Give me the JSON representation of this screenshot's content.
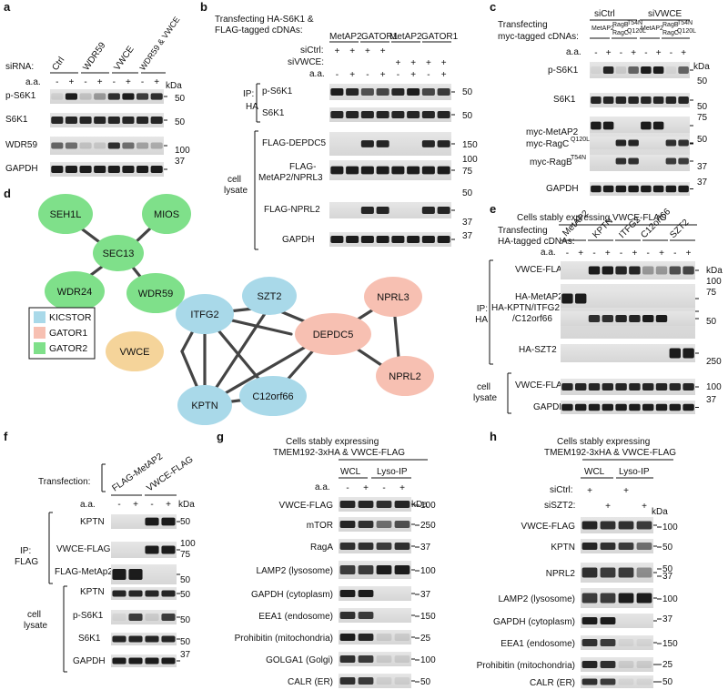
{
  "panels": {
    "a": {
      "letter": "a",
      "sirna_label": "siRNA:",
      "aa_label": "a.a.",
      "kda": "kDa",
      "lanes": [
        "Ctrl",
        "WDR59",
        "VWCE",
        "WDR59 & VWCE"
      ],
      "aa": [
        "-",
        "+",
        "-",
        "+",
        "-",
        "+",
        "-",
        "+"
      ],
      "rows": [
        "p-S6K1",
        "S6K1",
        "WDR59",
        "GAPDH"
      ],
      "markers": [
        "50",
        "50",
        "100",
        "37"
      ]
    },
    "b": {
      "letter": "b",
      "title": "Transfecting HA-S6K1 &",
      "title2": "FLAG-tagged cDNAs:",
      "groups": [
        "MetAP2",
        "GATOR1",
        "MetAP2",
        "GATOR1"
      ],
      "sictrl_label": "siCtrl:",
      "sivwce_label": "siVWCE:",
      "aa_label": "a.a.",
      "sictrl": [
        "+",
        "+",
        "+",
        "+",
        "",
        "",
        "",
        ""
      ],
      "sivwce": [
        "",
        "",
        "",
        "",
        "+",
        "+",
        "+",
        "+"
      ],
      "aa": [
        "-",
        "+",
        "-",
        "+",
        "-",
        "+",
        "-",
        "+"
      ],
      "ip_label": "IP:",
      "ip_target": "HA",
      "ip_rows": [
        "p-S6K1",
        "S6K1"
      ],
      "ip_markers": [
        "50",
        "50"
      ],
      "lysate_label": "cell",
      "lysate_label2": "lysate",
      "lys_rows": [
        "FLAG-DEPDC5",
        "FLAG-",
        "MetAP2/NPRL3",
        "FLAG-NPRL2",
        "GAPDH"
      ],
      "lys_markers": [
        "150",
        "100",
        "75",
        "50",
        "37",
        "37"
      ]
    },
    "c": {
      "letter": "c",
      "title": "Transfecting",
      "title2": "myc-tagged cDNAs:",
      "groups": [
        "siCtrl",
        "siVWCE"
      ],
      "sub": [
        "MetAP2",
        "RagB",
        "RagC",
        "MetAP2",
        "RagB",
        "RagC"
      ],
      "sup_t54n": "T54N",
      "sup_q120l": "Q120L",
      "aa_label": "a.a.",
      "aa": [
        "-",
        "+",
        "-",
        "+",
        "-",
        "+",
        "-",
        "+"
      ],
      "kda": "kDa",
      "rows": [
        "p-S6K1",
        "S6K1",
        "myc-MetAP2",
        "myc-RagC",
        "myc-RagB",
        "GAPDH"
      ],
      "markers": [
        "50",
        "50",
        "75",
        "50",
        "37",
        "37"
      ]
    },
    "d": {
      "letter": "d",
      "legend": [
        {
          "name": "KICSTOR",
          "color": "#a9d9e9"
        },
        {
          "name": "GATOR1",
          "color": "#f7c0b2"
        },
        {
          "name": "GATOR2",
          "color": "#7fe08a"
        }
      ],
      "nodes": [
        "SEH1L",
        "MIOS",
        "SEC13",
        "WDR24",
        "WDR59",
        "ITFG2",
        "SZT2",
        "NPRL3",
        "VWCE",
        "DEPDC5",
        "NPRL2",
        "KPTN",
        "C12orf66"
      ]
    },
    "e": {
      "letter": "e",
      "title": "Cells stably expressing VWCE-FLAG",
      "title2": "Transfecting",
      "title3": "HA-tagged cDNAs:",
      "groups": [
        "MetAP2",
        "KPTN",
        "ITFG2",
        "C12orf66",
        "SZT2"
      ],
      "aa_label": "a.a.",
      "aa": [
        "-",
        "+",
        "-",
        "+",
        "-",
        "+",
        "-",
        "+",
        "-",
        "+"
      ],
      "kda": "kDa",
      "ip_label": "IP:",
      "ip_target": "HA",
      "ip_rows": [
        "VWCE-FLAG",
        "HA-MetAP2",
        "HA-KPTN/ITFG2",
        "/C12orf66",
        "HA-SZT2"
      ],
      "ip_markers": [
        "100",
        "75",
        "50",
        "250"
      ],
      "lysate_label": "cell",
      "lysate_label2": "lysate",
      "lys_rows": [
        "VWCE-FLAG",
        "GAPDH"
      ],
      "lys_markers": [
        "100",
        "37"
      ]
    },
    "f": {
      "letter": "f",
      "transfection_label": "Transfection:",
      "groups": [
        "FLAG-MetAP2",
        "VWCE-FLAG"
      ],
      "aa_label": "a.a.",
      "aa": [
        "-",
        "+",
        "-",
        "+"
      ],
      "kda": "kDa",
      "ip_label": "IP:",
      "ip_target": "FLAG",
      "ip_rows": [
        "KPTN",
        "VWCE-FLAG",
        "FLAG-MetAp2"
      ],
      "ip_markers": [
        "50",
        "100",
        "75",
        "50"
      ],
      "lysate_label": "cell",
      "lysate_label2": "lysate",
      "lys_rows": [
        "KPTN",
        "p-S6K1",
        "S6K1",
        "GAPDH"
      ],
      "lys_markers": [
        "50",
        "50",
        "50",
        "37"
      ]
    },
    "g": {
      "letter": "g",
      "title": "Cells stably expressing",
      "title2": "TMEM192-3xHA  & VWCE-FLAG",
      "groups": [
        "WCL",
        "Lyso-IP"
      ],
      "aa_label": "a.a.",
      "aa": [
        "-",
        "+",
        "-",
        "+"
      ],
      "kda": "kDa",
      "rows": [
        "VWCE-FLAG",
        "mTOR",
        "RagA",
        "LAMP2 (lysosome)",
        "GAPDH (cytoplasm)",
        "EEA1 (endosome)",
        "Prohibitin (mitochondria)",
        "GOLGA1 (Golgi)",
        "CALR (ER)"
      ],
      "markers": [
        "100",
        "250",
        "37",
        "100",
        "37",
        "150",
        "25",
        "100",
        "50"
      ]
    },
    "h": {
      "letter": "h",
      "title": "Cells stably expressing",
      "title2": "TMEM192-3xHA  & VWCE-FLAG",
      "groups": [
        "WCL",
        "Lyso-IP"
      ],
      "sictrl_label": "siCtrl:",
      "sisz_label": "siSZT2:",
      "sictrl": [
        "+",
        "",
        "+",
        ""
      ],
      "sisz": [
        "",
        "+",
        "",
        "+"
      ],
      "kda": "kDa",
      "rows": [
        "VWCE-FLAG",
        "KPTN",
        "NPRL2",
        "LAMP2 (lysosome)",
        "GAPDH (cytoplasm)",
        "EEA1 (endosome)",
        "Prohibitin (mitochondria)",
        "CALR (ER)"
      ],
      "markers": [
        "100",
        "50",
        "50",
        "37",
        "100",
        "37",
        "150",
        "25",
        "50"
      ]
    }
  }
}
